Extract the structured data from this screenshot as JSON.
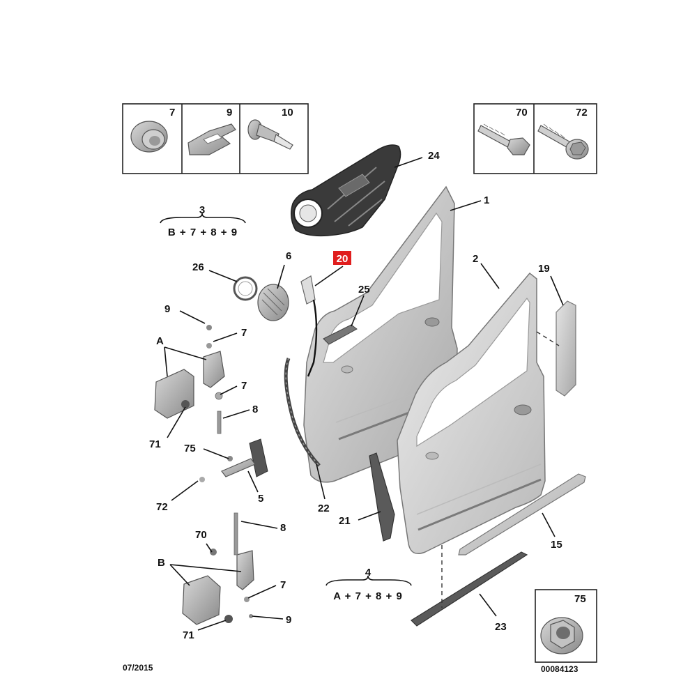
{
  "figure": {
    "date_code": "07/2015",
    "reference_number": "00084123"
  },
  "inset_boxes": {
    "left": [
      "7",
      "9",
      "10"
    ],
    "right": [
      "70",
      "72"
    ],
    "bottom_right": "75"
  },
  "kits": {
    "kit_3": {
      "number": "3",
      "formula": "B + 7 + 8 + 9"
    },
    "kit_4": {
      "number": "4",
      "formula": "A + 7 + 8 + 9"
    }
  },
  "labels": {
    "l1": "1",
    "l2": "2",
    "l5": "5",
    "l6": "6",
    "l7a": "7",
    "l7b": "7",
    "l7c": "7",
    "l8a": "8",
    "l8b": "8",
    "l9a": "9",
    "l9b": "9",
    "l15": "15",
    "l19": "19",
    "l20": "20",
    "l21": "21",
    "l22": "22",
    "l23": "23",
    "l24": "24",
    "l25": "25",
    "l26": "26",
    "l70": "70",
    "l71a": "71",
    "l71b": "71",
    "l72": "72",
    "l75": "75",
    "lA": "A",
    "lB": "B"
  },
  "highlight": {
    "label": "20",
    "color": "#e01e1e"
  }
}
